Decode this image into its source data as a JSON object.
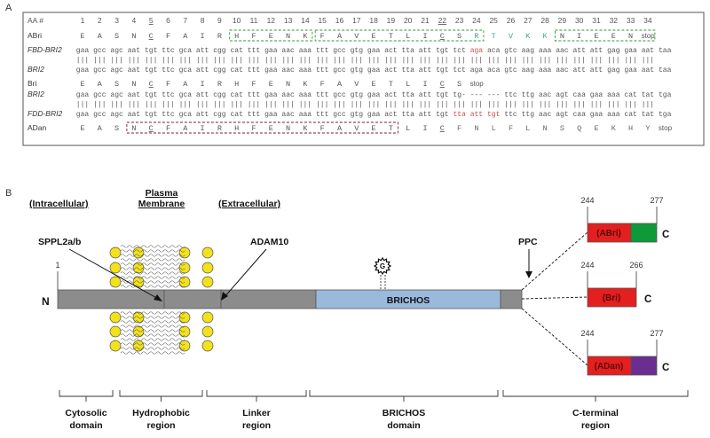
{
  "panel_a": {
    "label": "A",
    "aa_header": "AA #",
    "aa_numbers": [
      "1",
      "2",
      "3",
      "4",
      "5",
      "6",
      "7",
      "8",
      "9",
      "10",
      "11",
      "12",
      "13",
      "14",
      "15",
      "16",
      "17",
      "18",
      "19",
      "20",
      "21",
      "22",
      "23",
      "24",
      "25",
      "26",
      "27",
      "28",
      "29",
      "30",
      "31",
      "32",
      "33",
      "34"
    ],
    "underlined_numbers": [
      "5",
      "22"
    ],
    "rows": [
      {
        "label": "ABri",
        "italic": false,
        "type": "aa",
        "text": "E A S N C F A I R H F E N K F A V E T L I C S R T V K K N I E E N",
        "trail": "stop"
      },
      {
        "label": "FBD-BRI2",
        "italic": true,
        "type": "nt",
        "text": "gaa gcc agc aat tgt ttc gca att cgg cat ttt gaa aac aaa ttt gcc gtg gaa act tta att tgt tct aga aca gtc aag aaa aac att att gag gaa aat taa"
      },
      {
        "label": "",
        "italic": false,
        "type": "bars",
        "text": "||| ||| ||| ||| ||| ||| ||| ||| ||| ||| ||| ||| ||| ||| ||| ||| ||| ||| ||| ||| ||| ||| ||| ||| ||| ||| ||| ||| ||| ||| ||| ||| ||| |||"
      },
      {
        "label": "BRI2",
        "italic": true,
        "type": "nt",
        "text": "gaa gcc agc aat tgt ttc gca att cgg cat ttt gaa aac aaa ttt gcc gtg gaa act tta att tgt tct aga aca gtc aag aaa aac att att gag gaa aat taa"
      },
      {
        "label": "Bri",
        "italic": false,
        "type": "aa",
        "text": "E A S N C F A I R H F E N K F A V E T L I C S",
        "trail": "stop"
      },
      {
        "label": "BRI2",
        "italic": true,
        "type": "nt",
        "text": "gaa gcc agc aat tgt ttc gca att cgg cat ttt gaa aac aaa ttt gcc gtg gaa act tta att tgt tg- --- --- ttc ttg aac agt caa gaa aaa cat tat tga"
      },
      {
        "label": "",
        "italic": false,
        "type": "bars",
        "text": "||| ||| ||| ||| ||| ||| ||| ||| ||| ||| ||| ||| ||| ||| ||| ||| ||| ||| ||| ||| ||| ||| ||| ||| ||| ||| ||| ||| ||| ||| ||| ||| ||| |||"
      },
      {
        "label": "FDD-BRI2",
        "italic": true,
        "type": "nt",
        "text": "gaa gcc agc aat tgt ttc gca att cgg cat ttt gaa aac aaa ttt gcc gtg gaa act tta att tgt tta att tgt ttc ttg aac agt caa gaa aaa cat tat tga"
      },
      {
        "label": "ADan",
        "italic": false,
        "type": "aa",
        "text": "E A S N C F A I R H F E N K F A V E T L I C F N L F L N S Q E K H Y",
        "trail": "stop"
      }
    ],
    "colors": {
      "teal": "#3fa88f",
      "red": "#d04a4a",
      "box": "#2e9a3a",
      "box2": "#7a1c2e",
      "text": "#555555",
      "frame": "#555555"
    }
  },
  "panel_b": {
    "label": "B",
    "top_labels": {
      "intracellular": "(Intracellular)",
      "plasma": "Plasma",
      "membrane": "Membrane",
      "extracellular": "(Extracellular)"
    },
    "arrows": {
      "sppl": "SPPL2a/b",
      "adam": "ADAM10",
      "ppc": "PPC"
    },
    "terminals": {
      "n": "N",
      "c": "C",
      "one": "1"
    },
    "brichos_label": "BRICHOS",
    "glyco": "G",
    "fragments": [
      {
        "name": "(ABri)",
        "start": "244",
        "end": "277",
        "tail_color": "#0f9a3a"
      },
      {
        "name": "(Bri)",
        "start": "244",
        "end": "266",
        "tail_color": ""
      },
      {
        "name": "(ADan)",
        "start": "244",
        "end": "277",
        "tail_color": "#6b2d8f"
      }
    ],
    "domains": [
      {
        "line1": "Cytosolic",
        "line2": "domain"
      },
      {
        "line1": "Hydrophobic",
        "line2": "region"
      },
      {
        "line1": "Linker",
        "line2": "region"
      },
      {
        "line1": "BRICHOS",
        "line2": "domain"
      },
      {
        "line1": "C-terminal",
        "line2": "region"
      }
    ],
    "colors": {
      "gray": "#8c8c8c",
      "brichos": "#9ab9dc",
      "frag_red": "#e41f1f",
      "lipid": "#f2e21b"
    }
  }
}
